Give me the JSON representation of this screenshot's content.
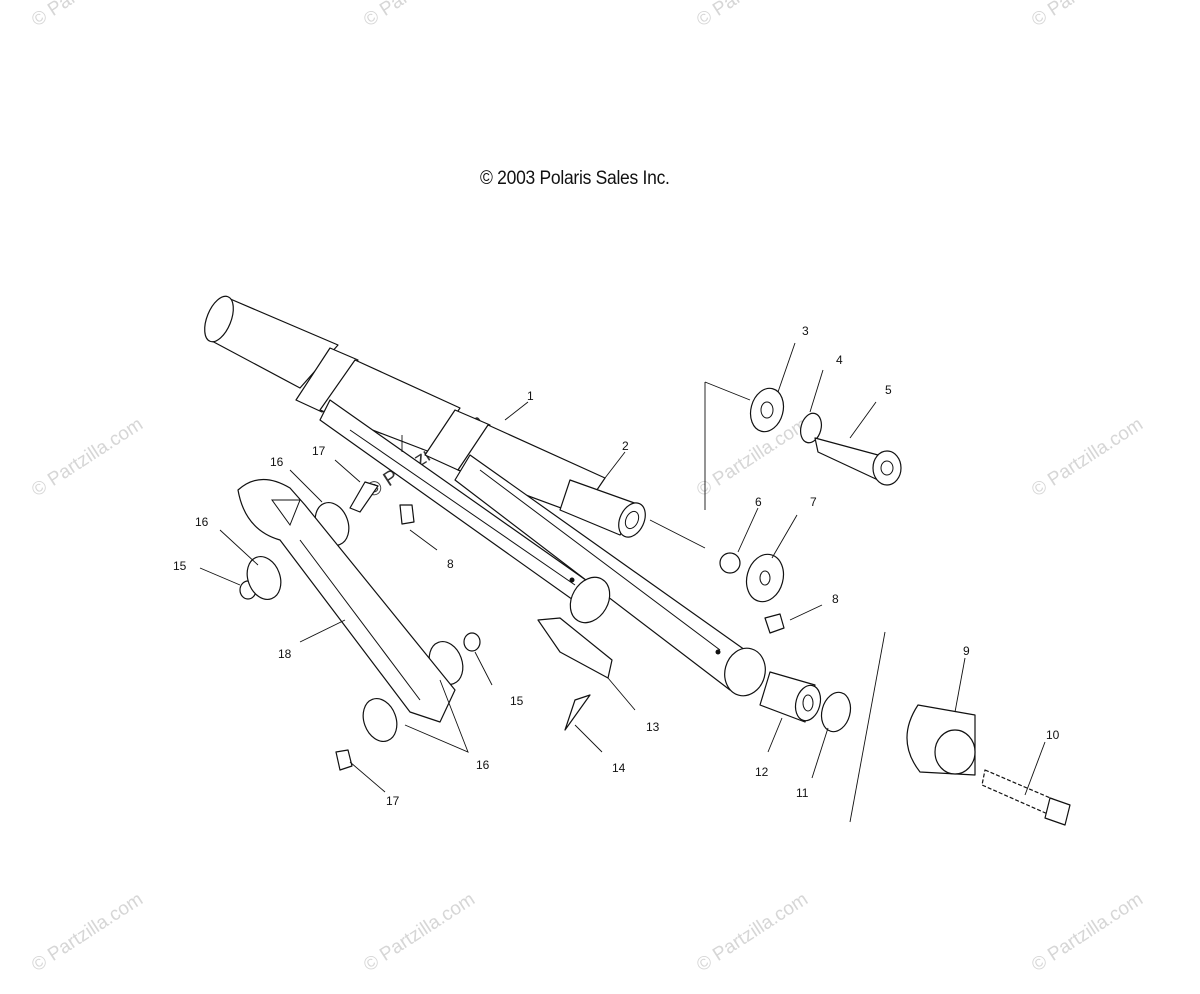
{
  "copyright": "© 2003 Polaris Sales Inc.",
  "watermark": "© Partzilla.com",
  "callouts": [
    {
      "id": "c1",
      "label": "1"
    },
    {
      "id": "c2",
      "label": "2"
    },
    {
      "id": "c3",
      "label": "3"
    },
    {
      "id": "c4",
      "label": "4"
    },
    {
      "id": "c5",
      "label": "5"
    },
    {
      "id": "c6",
      "label": "6"
    },
    {
      "id": "c7",
      "label": "7"
    },
    {
      "id": "c8a",
      "label": "8"
    },
    {
      "id": "c8b",
      "label": "8"
    },
    {
      "id": "c9",
      "label": "9"
    },
    {
      "id": "c10",
      "label": "10"
    },
    {
      "id": "c11",
      "label": "11"
    },
    {
      "id": "c12",
      "label": "12"
    },
    {
      "id": "c13",
      "label": "13"
    },
    {
      "id": "c14",
      "label": "14"
    },
    {
      "id": "c15a",
      "label": "15"
    },
    {
      "id": "c15b",
      "label": "15"
    },
    {
      "id": "c16a",
      "label": "16"
    },
    {
      "id": "c16b",
      "label": "16"
    },
    {
      "id": "c16c",
      "label": "16"
    },
    {
      "id": "c17a",
      "label": "17"
    },
    {
      "id": "c17b",
      "label": "17"
    },
    {
      "id": "c18",
      "label": "18"
    }
  ]
}
